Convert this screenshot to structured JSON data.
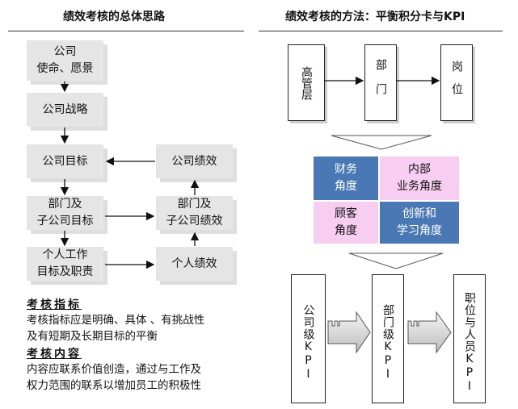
{
  "left": {
    "title": "绩效考核的总体思路",
    "boxes": {
      "company_mission": "公司\n使命、愿景",
      "company_strategy": "公司战略",
      "company_goal": "公司目标",
      "company_performance": "公司绩效",
      "dept_goal": "部门及\n子公司目标",
      "dept_performance": "部门及\n子公司绩效",
      "personal_goal": "个人工作\n目标及职责",
      "personal_performance": "个人绩效"
    },
    "indicators": {
      "heading": "考核指标",
      "text": "考核指标应是明确、具体 、有挑战性\n及有短期及长期目标的平衡"
    },
    "content": {
      "heading": "考核内容",
      "text": "内容应联系价值创造，通过与工作及\n权力范围的联系以增加员工的积极性"
    }
  },
  "right": {
    "title": "绩效考核的方法：平衡积分卡与KPI",
    "levels": [
      "高管层",
      "部门",
      "岗位"
    ],
    "quadrants": [
      {
        "label": "财务\n角度",
        "color": "#4a78b5"
      },
      {
        "label": "内部\n业务角度",
        "color": "#f7cdf2"
      },
      {
        "label": "顾客\n角度",
        "color": "#f7cdf2"
      },
      {
        "label": "创新和\n学习角度",
        "color": "#4a78b5"
      }
    ],
    "kpis": [
      "公司级KPI",
      "部门级KPI",
      "职位与人员KPI"
    ]
  }
}
